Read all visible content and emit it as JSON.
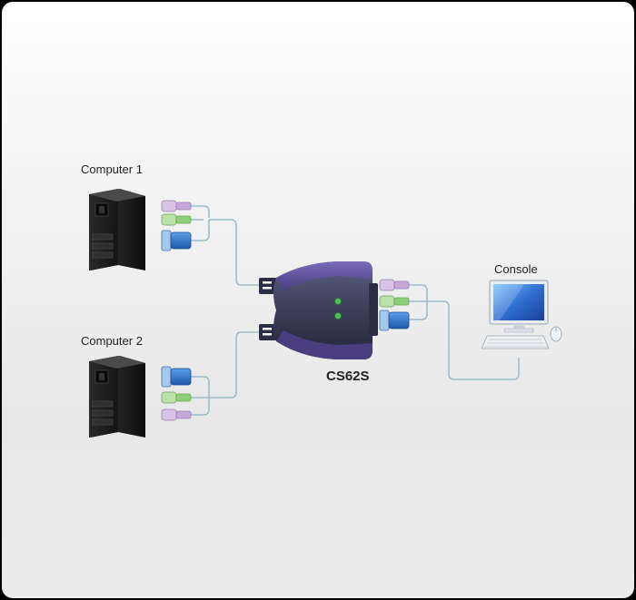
{
  "diagram": {
    "computer1_label": "Computer 1",
    "computer2_label": "Computer 2",
    "console_label": "Console",
    "switch_model": "CS62S",
    "colors": {
      "cable": "#8fb3c6",
      "switch_body": "#3c3f5a",
      "switch_accent": "#5b4b8c",
      "led": "#4fc04f",
      "vga_connector": "#2f6fc0",
      "ps2_keyboard": "#c7a6d8",
      "ps2_mouse": "#8ccf7a",
      "pc_tower": "#1a1a1a"
    },
    "icons": [
      "pc-tower-icon",
      "kvm-switch-icon",
      "monitor-icon",
      "keyboard-icon",
      "mouse-icon",
      "vga-connector-icon",
      "ps2-connector-icon"
    ]
  }
}
